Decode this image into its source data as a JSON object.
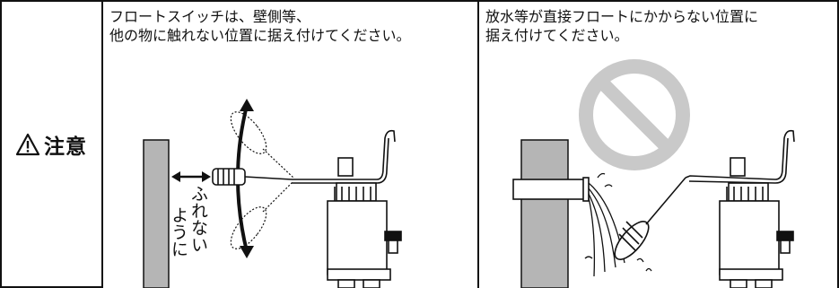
{
  "warning": {
    "icon": "warning-triangle-icon",
    "label": "注意"
  },
  "panel_left": {
    "caption_line1": "フロートスイッチは、壁側等、",
    "caption_line2": "他の物に触れない位置に据え付けてください。",
    "arrow_label_col1": "ふれない",
    "arrow_label_col2": "ように"
  },
  "panel_right": {
    "caption_line1": "放水等が直接フロートにかからない位置に",
    "caption_line2": "据え付けてください。",
    "prohibition_icon": "prohibition-icon"
  },
  "colors": {
    "wall_fill": "#b5b5b5",
    "prohibition_fill": "#c9c9c9",
    "line": "#111111"
  }
}
